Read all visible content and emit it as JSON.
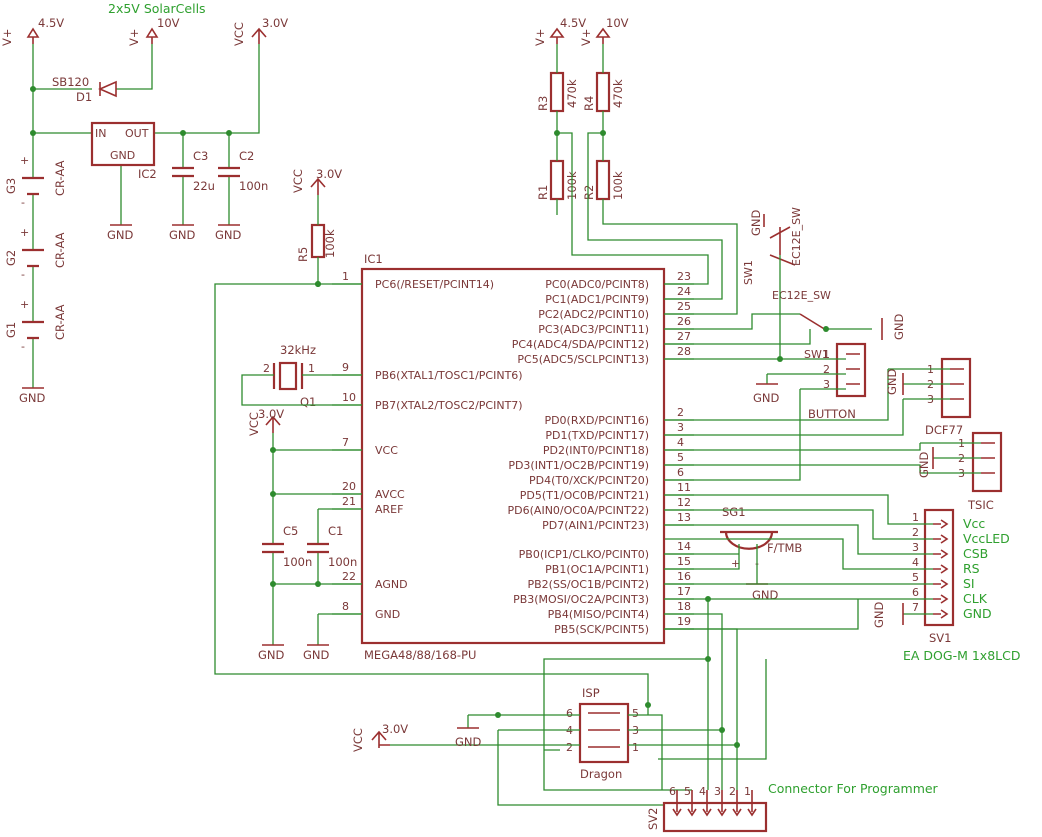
{
  "top_notes": {
    "solar": "2x5V SolarCells",
    "connector": "Connector For Programmer"
  },
  "power": {
    "v45_a": "4.5V",
    "v10_a": "10V",
    "vcc_a": "VCC",
    "v30_a": "3.0V",
    "vplus": "V+",
    "v45_b": "4.5V",
    "v10_b": "10V",
    "vcc_r5": "VCC",
    "v30_r5": "3.0V",
    "vcc_mid": "VCC",
    "v30_mid": "3.0V",
    "vcc_isp": "VCC",
    "v30_isp": "3.0V",
    "gnd": "GND"
  },
  "parts": {
    "sb120": "SB120",
    "d1": "D1",
    "ic2": "IC2",
    "in": "IN",
    "out": "OUT",
    "c3": "C3",
    "c3v": "22u",
    "c2": "C2",
    "c2v": "100n",
    "g3": "G3",
    "g2": "G2",
    "g1": "G1",
    "cr": "CR-AA",
    "r3": "R3",
    "r4": "R4",
    "r1": "R1",
    "r2": "R2",
    "r470k": "470k",
    "r100k": "100k",
    "r5": "R5",
    "ic1": "IC1",
    "mega": "MEGA48/88/168-PU",
    "q1": "Q1",
    "xtal": "32kHz",
    "c5": "C5",
    "c1": "C1",
    "c100n": "100n",
    "sw1": "SW1",
    "ec12e": "EC12E_SW",
    "button": "BUTTON",
    "dcf77": "DCF77",
    "tsic": "TSIC",
    "sg1": "SG1",
    "ftmb": "F/TMB",
    "sv1": "SV1",
    "lcd": "EA DOG-M 1x8LCD",
    "isp": "ISP",
    "dragon": "Dragon",
    "sv2": "SV2"
  },
  "ic1_left": [
    {
      "num": "1",
      "name": "PC6(/RESET/PCINT14)"
    },
    {
      "num": "9",
      "name": "PB6(XTAL1/TOSC1/PCINT6)"
    },
    {
      "num": "10",
      "name": "PB7(XTAL2/TOSC2/PCINT7)"
    },
    {
      "num": "7",
      "name": "VCC"
    },
    {
      "num": "20",
      "name": "AVCC"
    },
    {
      "num": "21",
      "name": "AREF"
    },
    {
      "num": "22",
      "name": "AGND"
    },
    {
      "num": "8",
      "name": "GND"
    }
  ],
  "ic1_right": [
    {
      "num": "23",
      "name": "PC0(ADC0/PCINT8)"
    },
    {
      "num": "24",
      "name": "PC1(ADC1/PCINT9)"
    },
    {
      "num": "25",
      "name": "PC2(ADC2/PCINT10)"
    },
    {
      "num": "26",
      "name": "PC3(ADC3/PCINT11)"
    },
    {
      "num": "27",
      "name": "PC4(ADC4/SDA/PCINT12)"
    },
    {
      "num": "28",
      "name": "PC5(ADC5/SCLPCINT13)"
    },
    {
      "num": "2",
      "name": "PD0(RXD/PCINT16)"
    },
    {
      "num": "3",
      "name": "PD1(TXD/PCINT17)"
    },
    {
      "num": "4",
      "name": "PD2(INT0/PCINT18)"
    },
    {
      "num": "5",
      "name": "PD3(INT1/OC2B/PCINT19)"
    },
    {
      "num": "6",
      "name": "PD4(T0/XCK/PCINT20)"
    },
    {
      "num": "11",
      "name": "PD5(T1/OC0B/PCINT21)"
    },
    {
      "num": "12",
      "name": "PD6(AIN0/OC0A/PCINT22)"
    },
    {
      "num": "13",
      "name": "PD7(AIN1/PCINT23)"
    },
    {
      "num": "14",
      "name": "PB0(ICP1/CLKO/PCINT0)"
    },
    {
      "num": "15",
      "name": "PB1(OC1A/PCINT1)"
    },
    {
      "num": "16",
      "name": "PB2(SS/OC1B/PCINT2)"
    },
    {
      "num": "17",
      "name": "PB3(MOSI/OC2A/PCINT3)"
    },
    {
      "num": "18",
      "name": "PB4(MISO/PCINT4)"
    },
    {
      "num": "19",
      "name": "PB5(SCK/PCINT5)"
    }
  ],
  "sv1_labels": [
    "Vcc",
    "VccLED",
    "CSB",
    "RS",
    "SI",
    "CLK",
    "GND"
  ],
  "sv1_pins": [
    "1",
    "2",
    "3",
    "4",
    "5",
    "6",
    "7"
  ],
  "button_pins": [
    "1",
    "2",
    "3"
  ],
  "dcf_pins": [
    "1",
    "2",
    "3"
  ],
  "tsic_pins": [
    "1",
    "2",
    "3"
  ],
  "isp_left": [
    "6",
    "4",
    "2"
  ],
  "isp_right": [
    "5",
    "3",
    "1"
  ],
  "sv2_pins": [
    "6",
    "5",
    "4",
    "3",
    "2",
    "1"
  ],
  "misc": {
    "q_2": "2",
    "q_1": "1",
    "plus": "+",
    "minus": "-"
  },
  "colors": {
    "symbol": "#9b2f2f",
    "wire": "#2e8b2e",
    "label": "#2fa02f"
  }
}
